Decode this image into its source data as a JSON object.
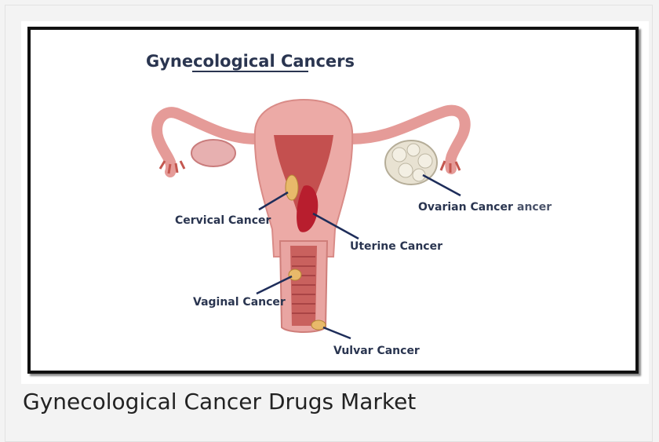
{
  "diagram": {
    "title": "Gynecological Cancers",
    "labels": {
      "cervical": "Cervical Cancer",
      "uterine": "Uterine Cancer",
      "ovarian": "Ovarian Cancer",
      "ovarian_overlap": "ancer",
      "vaginal": "Vaginal Cancer",
      "vulvar": "Vulvar Cancer"
    },
    "colors": {
      "label_text": "#2a3550",
      "leader_line": "#1e2d5a",
      "tissue": "#e8a3a0",
      "tissue_dark": "#c95a5c",
      "tumor": "#b81e2e"
    }
  },
  "caption": "Gynecological Cancer Drugs Market"
}
